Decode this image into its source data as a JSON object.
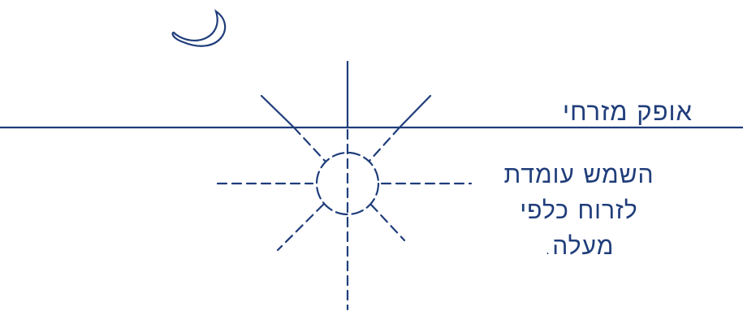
{
  "horizon_label": "אופק מזרחי",
  "caption": {
    "line1": "השמש עומדת",
    "line2": "לזרוח כלפי",
    "line3": "מעלה."
  },
  "colors": {
    "ink": "#1f3d7a",
    "background": "#ffffff"
  },
  "icons": {
    "moon": "crescent-moon-icon",
    "sun": "rising-sun-icon"
  }
}
